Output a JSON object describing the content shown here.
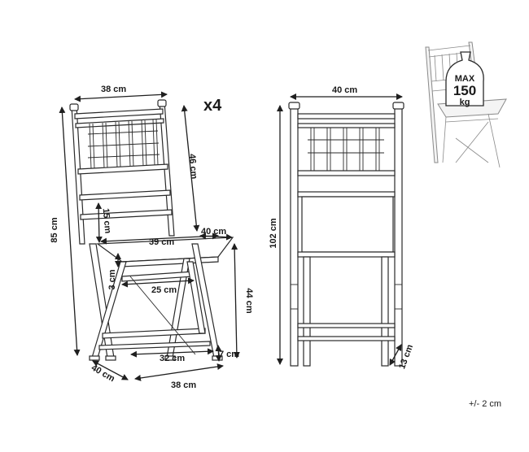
{
  "quantity": "x4",
  "tolerance": "+/- 2 cm",
  "max_load": {
    "line1": "MAX",
    "line2": "150",
    "line3": "kg"
  },
  "left_view": {
    "top_width": "38 cm",
    "height_total": "85 cm",
    "back_height": "46 cm",
    "back_gap": "15 cm",
    "seat_depth": "40 cm",
    "seat_width": "39 cm",
    "seat_thickness": "3 cm",
    "seat_front": "25 cm",
    "seat_height": "44 cm",
    "leg_span": "32 cm",
    "foot_height": "7 cm",
    "base_depth": "40 cm",
    "base_width": "38 cm"
  },
  "folded_view": {
    "width": "40 cm",
    "height": "102 cm",
    "thickness": "13 cm"
  }
}
